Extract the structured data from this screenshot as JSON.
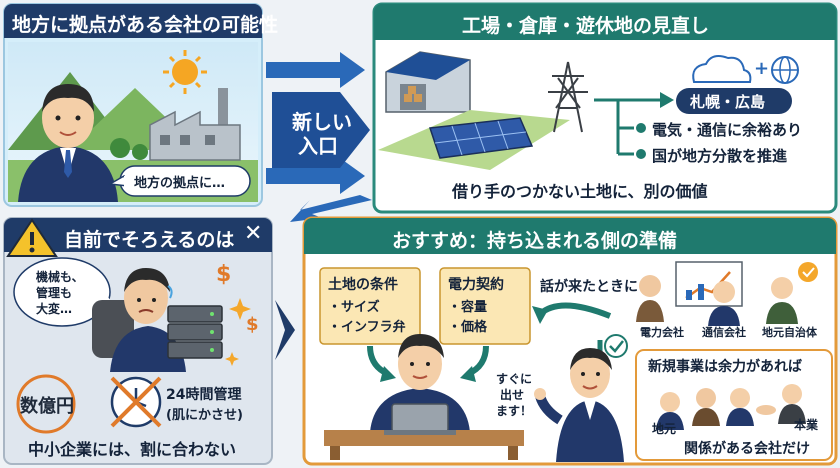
{
  "panels": {
    "top_left": {
      "title": "地方に拠点がある会社の可能性",
      "speech": "地方の拠点に…"
    },
    "center": {
      "entry_line1": "新しい",
      "entry_line2": "入口"
    },
    "top_right": {
      "title": "工場・倉庫・遊休地の見直し",
      "cities": "札幌・広島",
      "bullets": [
        "電気・通信に余裕あり",
        "国が地方分散を推進"
      ],
      "caption": "借り手のつかない土地に、別の価値"
    },
    "bottom_left": {
      "title": "自前でそろえるのは",
      "cross_mark": "✕",
      "speech": [
        "機械も、",
        "管理も",
        "大変…"
      ],
      "cost": "数億円",
      "manage_line1": "24時間管理",
      "manage_line2": "(肌にかさせ)",
      "caption": "中小企業には、割に合わない"
    },
    "bottom_right": {
      "title": "おすすめ：持ち込まれる側の準備",
      "land_card": {
        "title": "土地の条件",
        "items": [
          "・サイズ",
          "・インフラ弁"
        ]
      },
      "power_card": {
        "title": "電力契約",
        "items": [
          "・容量",
          "・価格"
        ]
      },
      "when_called": "話が来たときに",
      "partners": [
        "電力会社",
        "通信会社",
        "地元自治体"
      ],
      "ready_speech": [
        "すぐに",
        "出せ",
        "ます！"
      ],
      "new_biz_title": "新規事業は余力があれば",
      "local_label": "地元",
      "hq_label": "本業",
      "related_caption": "関係がある会社だけ"
    }
  },
  "colors": {
    "navy": "#1f3b68",
    "teal": "#1f7a6e",
    "orange_border": "#e39a3a",
    "money": "#e07a2a",
    "card": "#fbe7b4"
  },
  "icons": [
    "mountain-icon",
    "sun-icon",
    "factory-icon",
    "warehouse-icon",
    "solar-panel-icon",
    "pylon-icon",
    "cloud-icon",
    "globe-icon",
    "warning-icon",
    "server-icon",
    "clock-icon",
    "laptop-icon",
    "checkmark-icon",
    "dollar-icon"
  ]
}
